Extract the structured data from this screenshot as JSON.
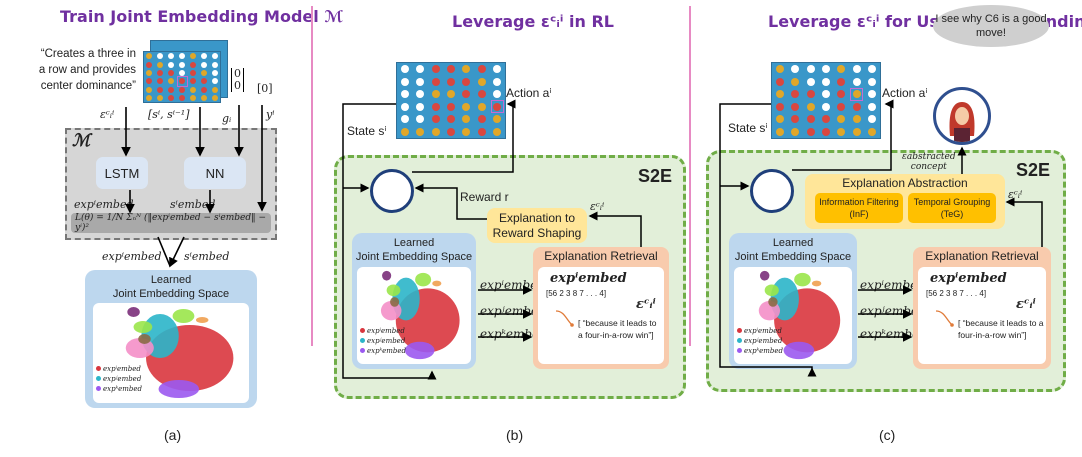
{
  "panel_a": {
    "title": "Train Joint Embedding Model ℳ",
    "quote": "“Creates a three in a row and provides center dominance”",
    "vector_g": [
      "0",
      "0"
    ],
    "vector_y": "0",
    "inputs": {
      "explanation": "εᶜᵢⁱ",
      "state": "[sⁱ, sⁱ⁻¹]",
      "goal": "gᵢ",
      "label": "yⁱ"
    },
    "model_label": "ℳ",
    "lstm_label": "LSTM",
    "nn_label": "NN",
    "exp_embed": "expⁱembed",
    "s_embed": "sⁱembed",
    "loss": "L(θ) = 1/N Σₙᴺ (‖expⁱembed − sⁱembed‖ − yⁱ)²",
    "out_exp": "expⁱembed",
    "out_s": "sⁱembed",
    "space_title_1": "Learned",
    "space_title_2": "Joint Embedding Space",
    "legend": [
      "expⁱembed",
      "expʲembed",
      "expᵏembed"
    ],
    "caption": "(a)"
  },
  "panel_b": {
    "title": "Leverage εᶜᵢⁱ in RL",
    "action_label": "Action aⁱ",
    "state_label": "State sⁱ",
    "s2e_label": "S2E",
    "reward_label": "Reward r",
    "epsilon_label": "εᶜᵢⁱ",
    "reward_shaping": "Explanation to Reward Shaping",
    "space_title_1": "Learned",
    "space_title_2": "Joint Embedding Space",
    "embeds": [
      "expⁱembed",
      "expʲembed",
      "expᵏembed"
    ],
    "retrieval_title": "Explanation Retrieval",
    "retrieval_exp": "expⁱembed",
    "retrieval_vector": "[56 2 3 8 7 . . . 4]",
    "retrieval_eps": "εᶜᵢⁱ",
    "retrieval_text": "[ “because it leads to a four-in-a-row win”]",
    "legend": [
      "expⁱembed",
      "expʲembed",
      "expᵏembed"
    ],
    "caption": "(b)"
  },
  "panel_c": {
    "title": "Leverage εᶜᵢⁱ for User Understanding",
    "action_label": "Action aⁱ",
    "state_label": "State sⁱ",
    "speech": "I see why C6 is a good move!",
    "s2e_label": "S2E",
    "abstracted_1": "εabstracted",
    "abstracted_2": "concept",
    "abstraction_title": "Explanation Abstraction",
    "inf": "Information Filtering (InF)",
    "teg": "Temporal Grouping (TeG)",
    "epsilon_label": "εᶜᵢⁱ",
    "space_title_1": "Learned",
    "space_title_2": "Joint Embedding Space",
    "embeds": [
      "expⁱembed",
      "expʲembed",
      "expᵏembed"
    ],
    "retrieval_title": "Explanation Retrieval",
    "retrieval_exp": "expⁱembed",
    "retrieval_vector": "[56 2 3 8 7 . . . 4]",
    "retrieval_eps": "εᶜᵢⁱ",
    "retrieval_text": "[ “because it leads to a four-in-a-row win”]",
    "legend": [
      "expⁱembed",
      "expʲembed",
      "expᵏembed"
    ],
    "caption": "(c)"
  },
  "colors": {
    "title": "#7030a0",
    "board": "#3a97c9",
    "piece_red": "#d9473f",
    "piece_yellow": "#e0a729",
    "piece_empty": "#ffffff",
    "s2e_fill": "#e2efd9",
    "s2e_border": "#70ad47",
    "separator": "#e78ac3"
  },
  "boards": {
    "a": {
      "rows": [
        "YWWWYWW",
        "RYWWRWW",
        "YRRWRYW",
        "RRYRRRW",
        "YRRRYRY",
        "YYRRYYY"
      ],
      "highlight": [
        3,
        3
      ]
    },
    "b": {
      "rows": [
        "WWRRYRW",
        "WWRRRYW",
        "WWYYRRW",
        "WWRRYYR",
        "WWRRYRY",
        "YYYRYRY"
      ],
      "highlight": [
        3,
        6
      ]
    },
    "c": {
      "rows": [
        "YWWWYWW",
        "RYWWRWW",
        "YRRWRYW",
        "RRYWRRW",
        "YRRRYYW",
        "YYRRYYY"
      ],
      "highlight": [
        2,
        5
      ]
    }
  }
}
